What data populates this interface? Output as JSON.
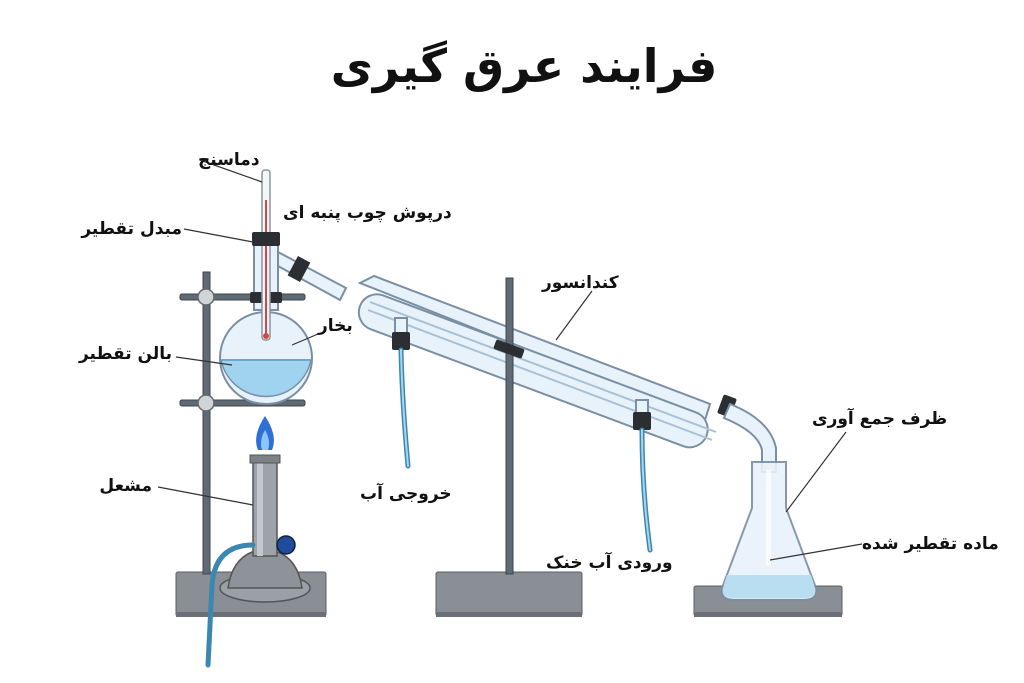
{
  "title": "فرایند عرق گیری",
  "labels": {
    "thermometer": "دماسنج",
    "cork_stopper": "درپوش چوب پنبه ای",
    "distillation_adapter": "مبدل تقطیر",
    "distillation_flask": "بالن تقطیر",
    "vapor": "بخار",
    "condenser": "کندانسور",
    "burner": "مشعل",
    "water_outlet": "خروجی آب",
    "cold_water_inlet": "ورودی آب خنک",
    "collection_vessel": "ظرف جمع آوری",
    "distillate": "ماده تقطیر شده"
  },
  "colors": {
    "glass": "#e8f2fb",
    "liquid": "#9fd3ef",
    "flame": "#2f6fd6",
    "hose": "#3a87b0",
    "stand": "#5f6a75",
    "base": "#8a8f95"
  }
}
